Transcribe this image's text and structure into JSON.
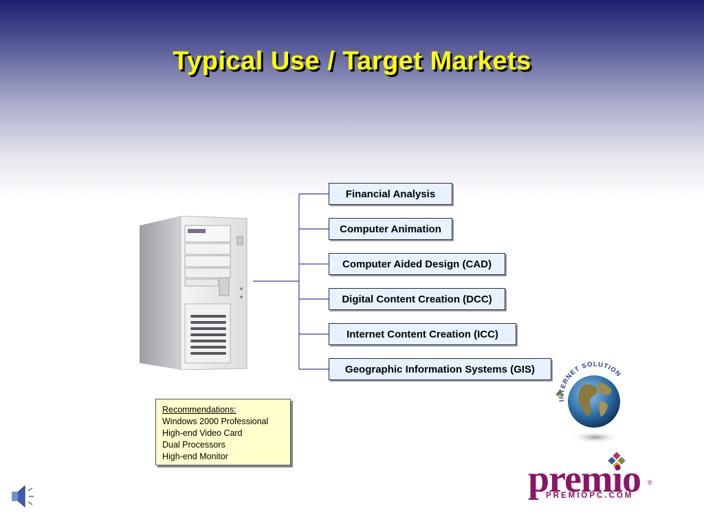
{
  "slide": {
    "title": "Typical Use / Target Markets"
  },
  "markets": [
    "Financial Analysis",
    "Computer Animation",
    "Computer Aided Design (CAD)",
    "Digital Content Creation (DCC)",
    "Internet Content Creation (ICC)",
    "Geographic Information Systems (GIS)"
  ],
  "recommendations": {
    "heading": "Recommendations:",
    "items": [
      "Windows 2000 Professional",
      "High-end Video Card",
      "Dual Processors",
      "High-end Monitor"
    ]
  },
  "globe": {
    "arc_text": "INTERNET SOLUTION",
    "icon": "globe-icon"
  },
  "logo": {
    "word": "premio",
    "sub": "PREMIOPC.COM",
    "reg": "®",
    "color": "#8b1566"
  },
  "icons": {
    "tower": "computer-tower-icon",
    "speaker": "speaker-icon"
  },
  "colors": {
    "title": "#ffff00",
    "box_fill": "#e6f2ff",
    "connector": "#3a3aa8",
    "note_fill": "#ffffcc"
  }
}
